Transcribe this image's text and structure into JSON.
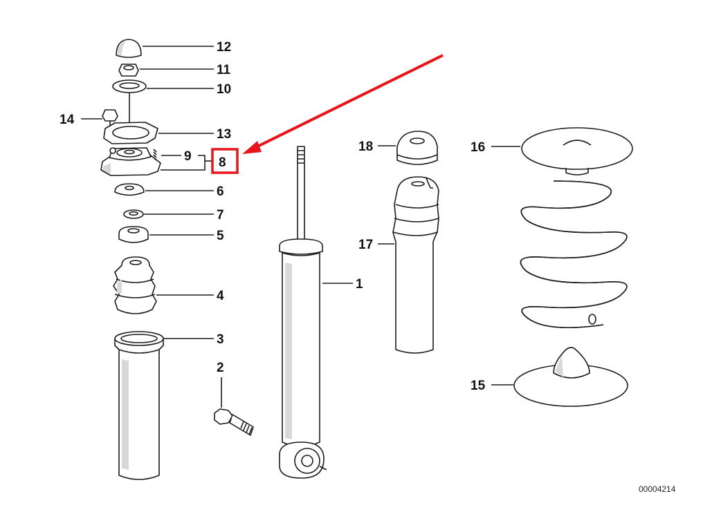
{
  "diagram": {
    "parts": [
      {
        "id": "p1",
        "number": "1"
      },
      {
        "id": "p2",
        "number": "2"
      },
      {
        "id": "p3",
        "number": "3"
      },
      {
        "id": "p4",
        "number": "4"
      },
      {
        "id": "p5",
        "number": "5"
      },
      {
        "id": "p6",
        "number": "6"
      },
      {
        "id": "p7",
        "number": "7"
      },
      {
        "id": "p8",
        "number": "8"
      },
      {
        "id": "p9",
        "number": "9"
      },
      {
        "id": "p10",
        "number": "10"
      },
      {
        "id": "p11",
        "number": "11"
      },
      {
        "id": "p12",
        "number": "12"
      },
      {
        "id": "p13",
        "number": "13"
      },
      {
        "id": "p14",
        "number": "14"
      },
      {
        "id": "p15",
        "number": "15"
      },
      {
        "id": "p16",
        "number": "16"
      },
      {
        "id": "p17",
        "number": "17"
      },
      {
        "id": "p18",
        "number": "18"
      }
    ],
    "highlighted_part": "8",
    "highlight_color": "#e8141c",
    "drawing_number": "00004214"
  }
}
